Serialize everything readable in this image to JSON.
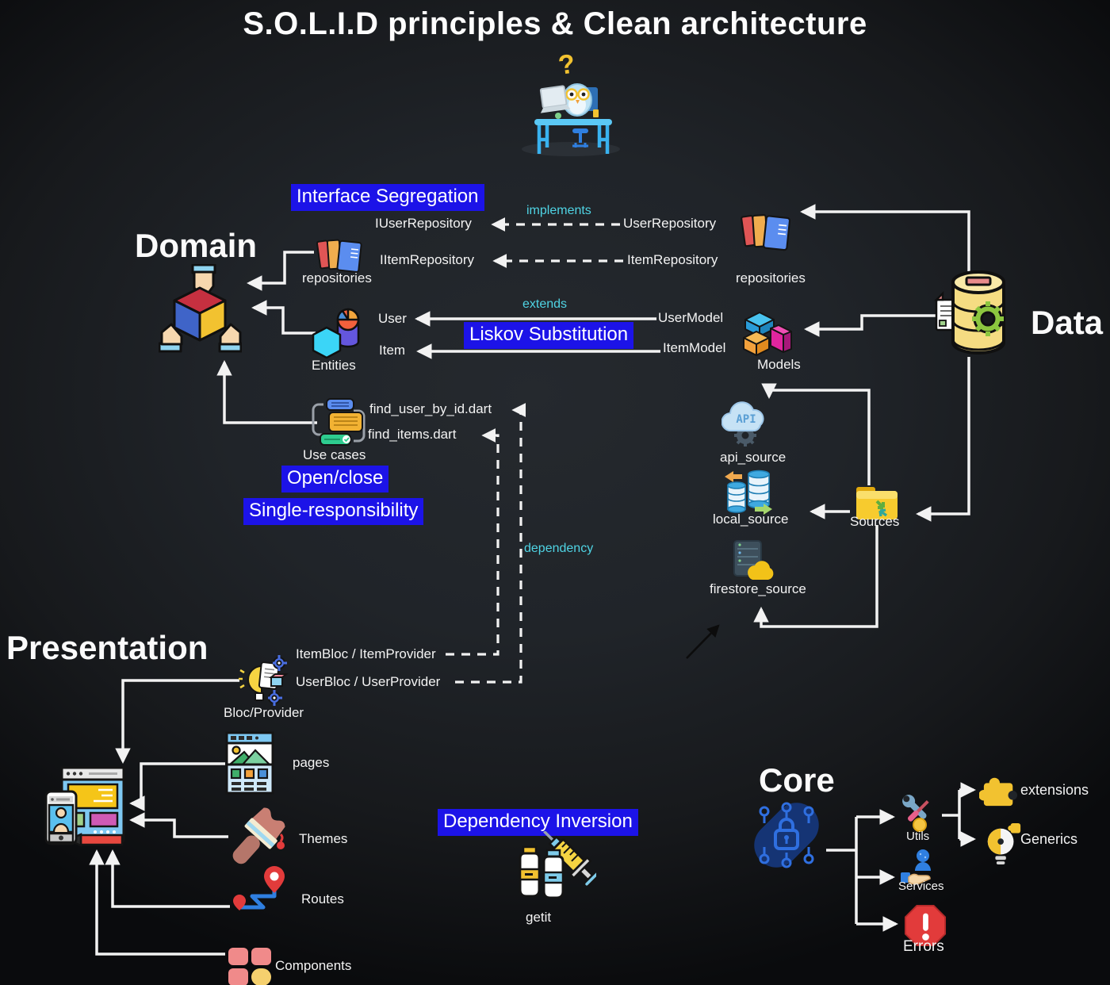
{
  "title": "S.O.L.I.D principles & Clean architecture",
  "mascot": {
    "question_mark": "?"
  },
  "relations": {
    "implements": "implements",
    "extends": "extends",
    "dependency": "dependency"
  },
  "principles": {
    "interface_segregation": "Interface Segregation",
    "liskov_substitution": "Liskov Substitution",
    "open_close": "Open/close",
    "single_responsibility": "Single-responsibility",
    "dependency_inversion": "Dependency Inversion"
  },
  "domain": {
    "label": "Domain",
    "repositories": "repositories",
    "iuser_repository": "IUserRepository",
    "iitem_repository": "IItemRepository",
    "entities": "Entities",
    "user": "User",
    "item": "Item",
    "use_cases": "Use cases",
    "find_user_file": "find_user_by_id.dart",
    "find_items_file": "find_items.dart"
  },
  "data_layer": {
    "label": "Data",
    "repositories": "repositories",
    "user_repository": "UserRepository",
    "item_repository": "ItemRepository",
    "models": "Models",
    "user_model": "UserModel",
    "item_model": "ItemModel",
    "sources": "Sources",
    "api_source": "api_source",
    "local_source": "local_source",
    "firestore_source": "firestore_source"
  },
  "presentation": {
    "label": "Presentation",
    "bloc_provider": "Bloc/Provider",
    "item_bloc": "ItemBloc / ItemProvider",
    "user_bloc": "UserBloc / UserProvider",
    "pages": "pages",
    "themes": "Themes",
    "routes": "Routes",
    "components": "Components"
  },
  "core": {
    "label": "Core",
    "utils": "Utils",
    "services": "Services",
    "errors": "Errors",
    "extensions": "extensions",
    "generics": "Generics"
  },
  "di": {
    "getit": "getit"
  },
  "icons": {
    "api_label": "API"
  },
  "colors": {
    "highlight_blue": "#1c13e8",
    "accent_cyan": "#4fd4e4",
    "line_white": "#f2f2f2",
    "background": "#202429"
  }
}
